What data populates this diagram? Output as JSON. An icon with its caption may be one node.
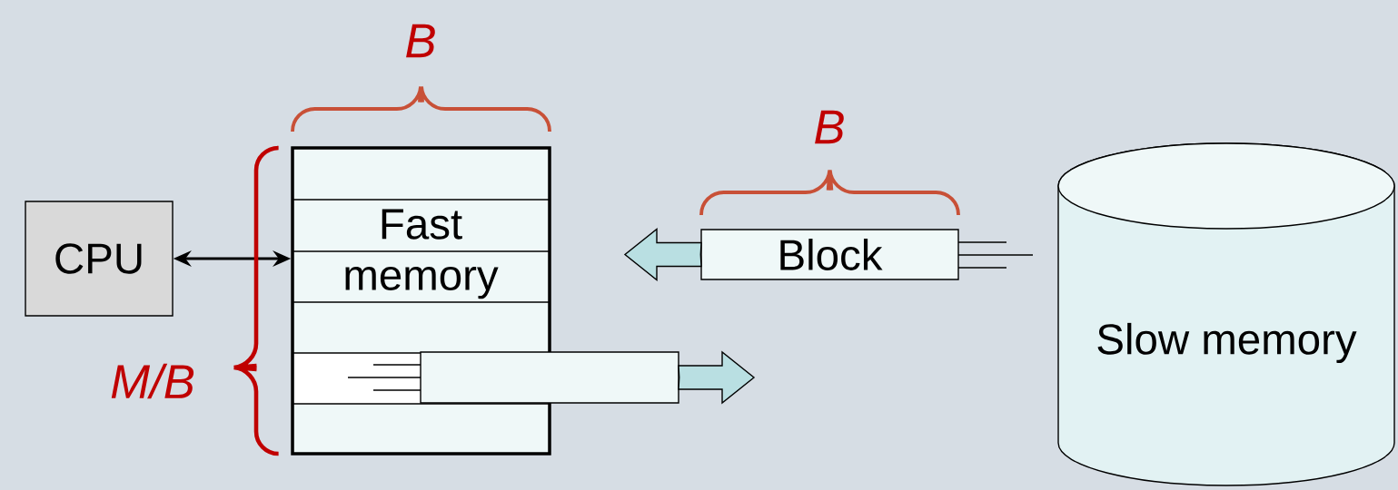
{
  "diagram": {
    "nodes": [
      {
        "text": [
          "CPU"
        ]
      },
      {
        "text": [
          "Fast memory"
        ]
      },
      {
        "text": [
          "Block"
        ]
      },
      {
        "text": [
          "Slow memory"
        ]
      },
      {
        "text": [],
        "shape": "box"
      }
    ],
    "edges": [
      {
        "from": 0,
        "to": 1,
        "arrow": "both"
      },
      {
        "from": 2,
        "to": null,
        "arrow": "to"
      },
      {
        "from": 4,
        "to": null,
        "arrow": "to"
      }
    ],
    "labels": [
      "B",
      "B",
      "M/B"
    ]
  }
}
